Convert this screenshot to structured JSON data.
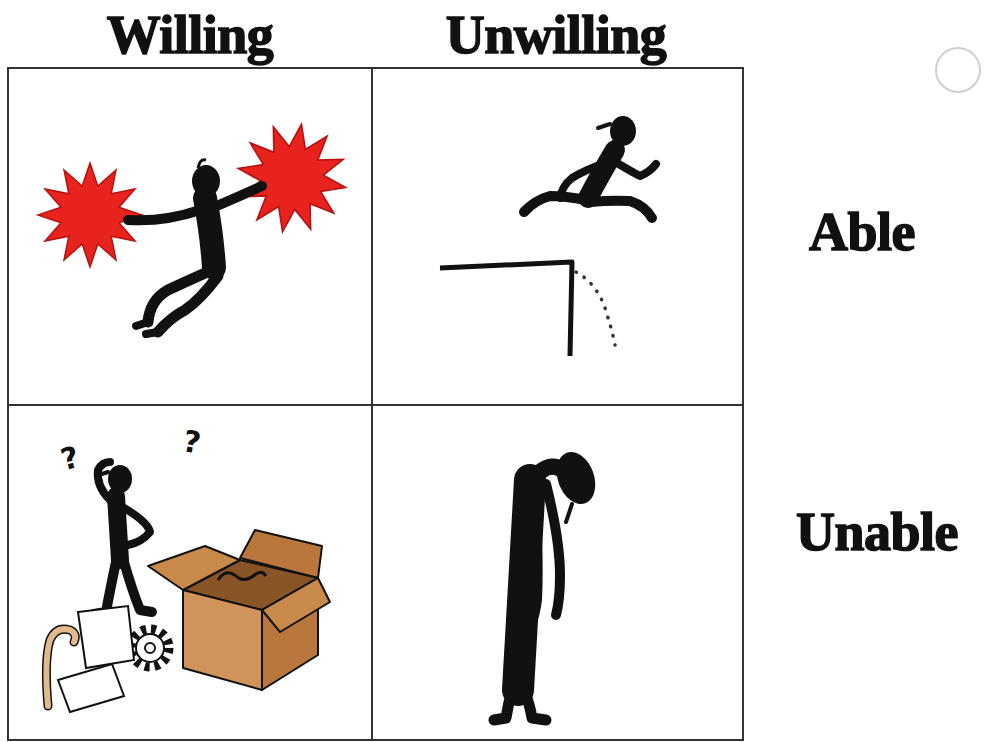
{
  "diagram": {
    "labels": [
      "Willing",
      "Unwilling",
      "Able",
      "Unable",
      "?",
      "?"
    ]
  }
}
